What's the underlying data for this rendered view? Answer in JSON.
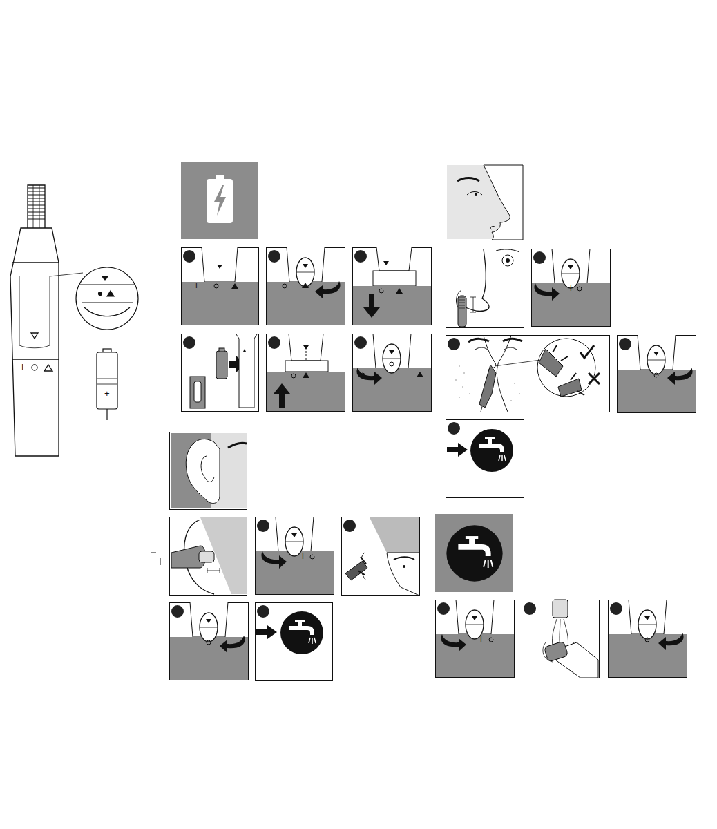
{
  "diagram": {
    "labels": [
      "I",
      "−",
      "+",
      "I",
      "I",
      "I",
      "I"
    ]
  }
}
